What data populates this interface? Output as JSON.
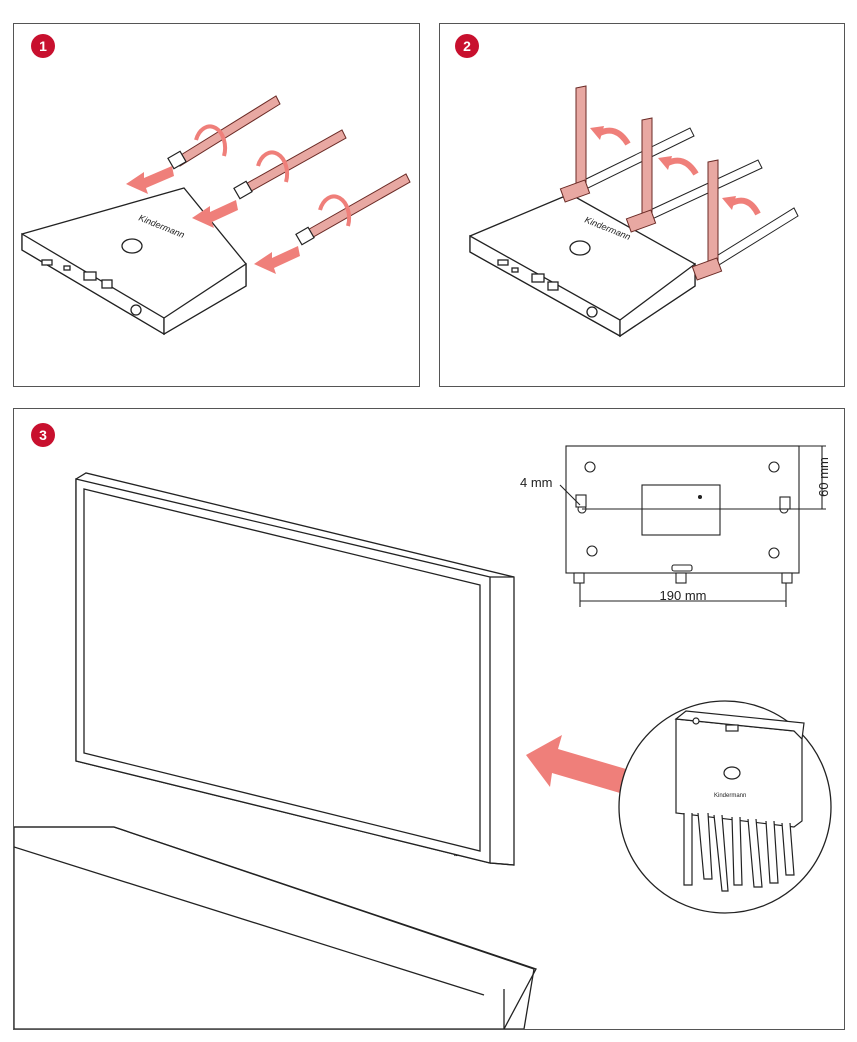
{
  "steps": [
    {
      "number": "1"
    },
    {
      "number": "2"
    },
    {
      "number": "3"
    }
  ],
  "dimensions": {
    "hole_diameter": "4 mm",
    "height": "60 mm",
    "width": "190 mm"
  },
  "colors": {
    "accent": "#c8102e",
    "arrow": "#ef7f7a",
    "antenna": "#e8a8a2",
    "line": "#222222"
  }
}
